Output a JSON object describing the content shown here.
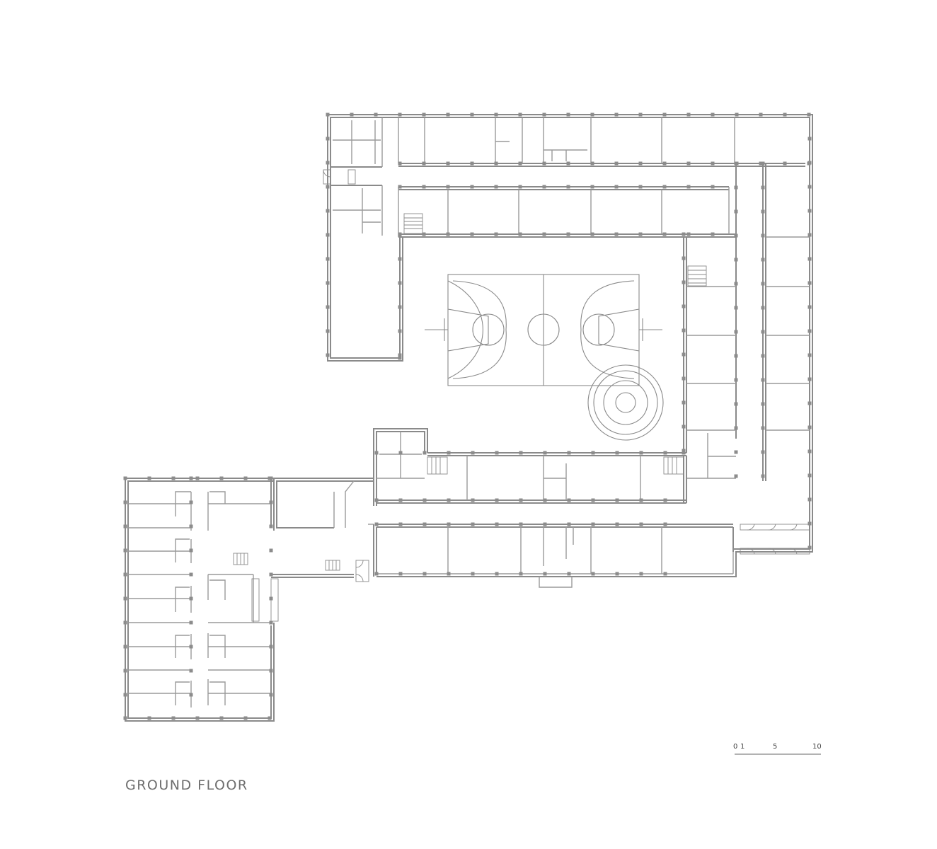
{
  "title": "GROUND FLOOR",
  "scale_bar": {
    "labels": [
      "0",
      "1",
      "5",
      "10"
    ]
  }
}
